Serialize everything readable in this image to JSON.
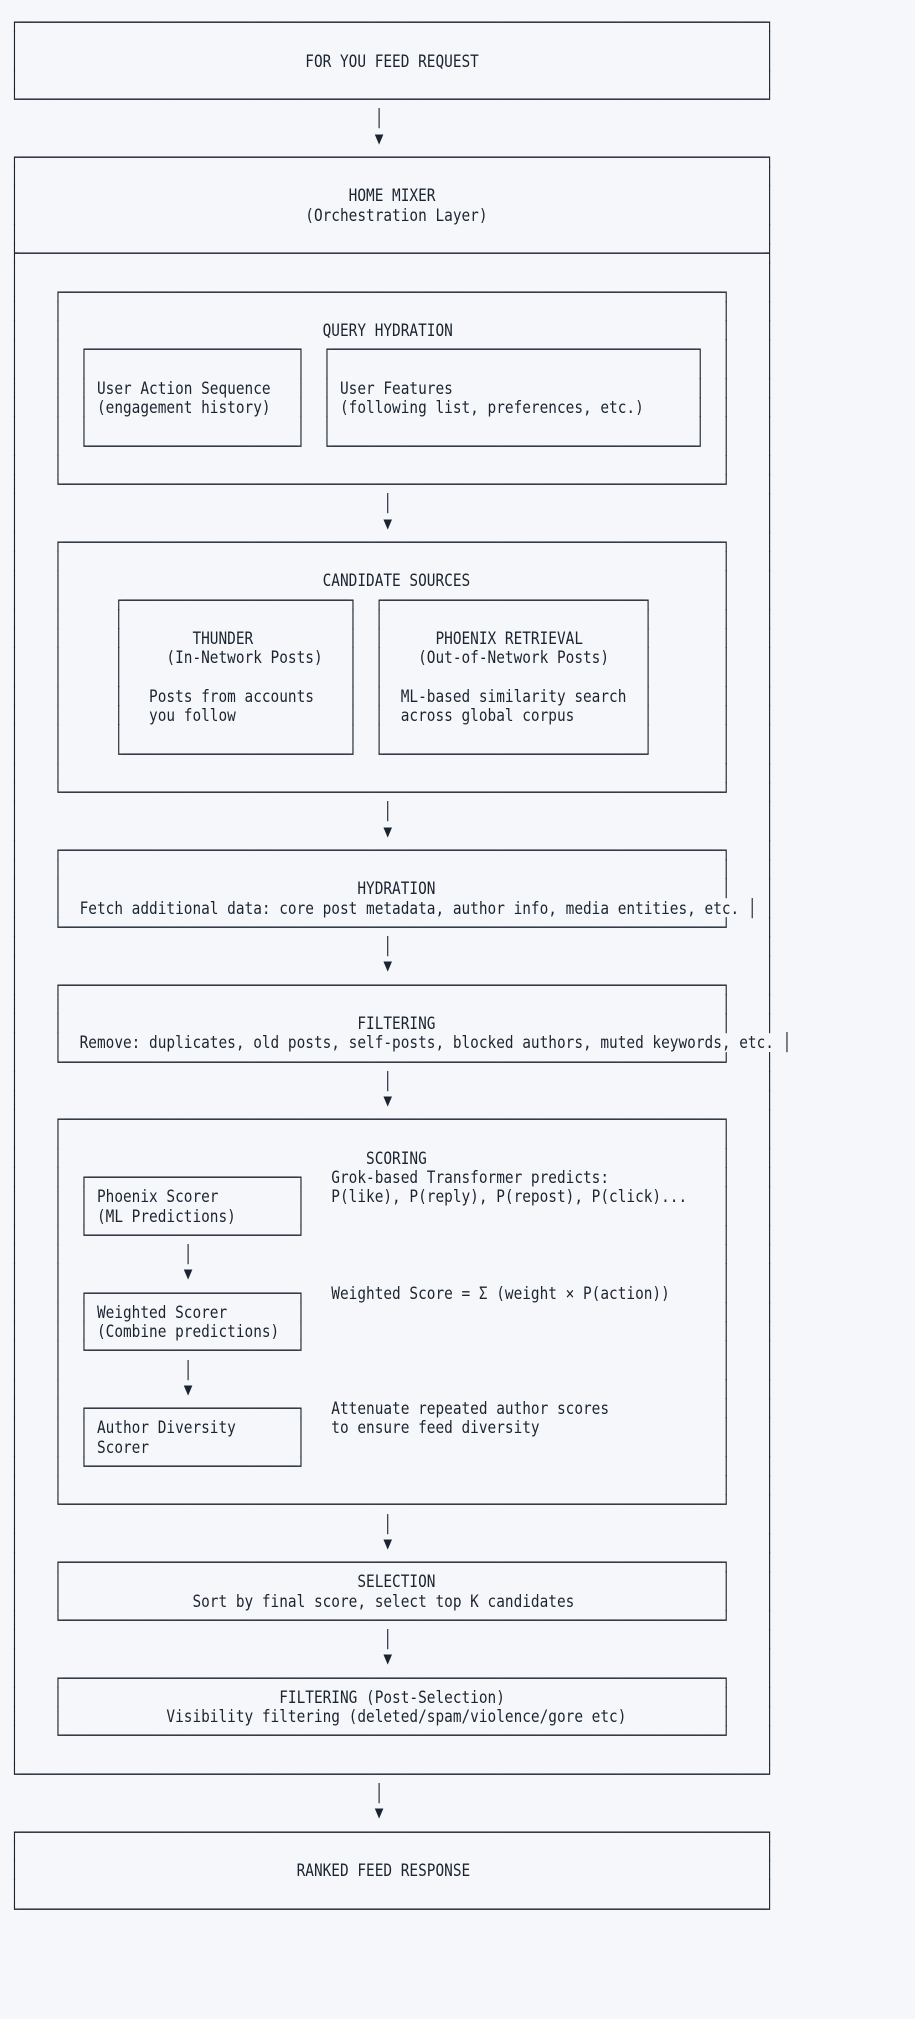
{
  "meta": {
    "kind": "ascii-flow-diagram",
    "background_color": "#f5f7fa",
    "text_color": "#1b2430",
    "columns": 88,
    "arrow_glyph": "▼",
    "vertical_connector_glyph": "│"
  },
  "nodes": {
    "request": {
      "title": "FOR YOU FEED REQUEST"
    },
    "home_mixer": {
      "title": "HOME MIXER",
      "subtitle": "(Orchestration Layer)"
    },
    "query_hydration": {
      "title": "QUERY HYDRATION",
      "children": [
        {
          "title": "User Action Sequence",
          "subtitle": "(engagement history)"
        },
        {
          "title": "User Features",
          "subtitle": "(following list, preferences, etc.)"
        }
      ]
    },
    "candidate_sources": {
      "title": "CANDIDATE SOURCES",
      "children": [
        {
          "title": "THUNDER",
          "subtitle": "(In-Network Posts)",
          "body_line_1": "Posts from accounts",
          "body_line_2": "you follow"
        },
        {
          "title": "PHOENIX RETRIEVAL",
          "subtitle": "(Out-of-Network Posts)",
          "body_line_1": "ML-based similarity search",
          "body_line_2": "across global corpus"
        }
      ]
    },
    "hydration": {
      "title": "HYDRATION",
      "detail": "Fetch additional data: core post metadata, author info, media entities, etc."
    },
    "filtering": {
      "title": "FILTERING",
      "detail": "Remove: duplicates, old posts, self-posts, blocked authors, muted keywords, etc."
    },
    "scoring": {
      "title": "SCORING",
      "steps": [
        {
          "box_line_1": "Phoenix Scorer",
          "box_line_2": "(ML Predictions)",
          "note_line_1": "Grok-based Transformer predicts:",
          "note_line_2": "P(like), P(reply), P(repost), P(click)..."
        },
        {
          "box_line_1": "Weighted Scorer",
          "box_line_2": "(Combine predictions)",
          "note_line_1": "Weighted Score = Σ (weight × P(action))",
          "note_line_2": ""
        },
        {
          "box_line_1": "Author Diversity",
          "box_line_2": "Scorer",
          "note_line_1": "Attenuate repeated author scores",
          "note_line_2": "to ensure feed diversity"
        }
      ]
    },
    "selection": {
      "title": "SELECTION",
      "detail": "Sort by final score, select top K candidates"
    },
    "filtering_post": {
      "title": "FILTERING (Post-Selection)",
      "detail": "Visibility filtering (deleted/spam/violence/gore etc)"
    },
    "response": {
      "title": "RANKED FEED RESPONSE"
    }
  },
  "ascii": "┌──────────────────────────────────────────────────────────────────────────────────────┐\n│                                                                                      │\n│                                 FOR YOU FEED REQUEST                                 │\n│                                                                                      │\n└──────────────────────────────────────────────────────────────────────────────────────┘\n                                          │\n                                          ▼\n┌──────────────────────────────────────────────────────────────────────────────────────┐\n│                                                                                      │\n│                                      HOME MIXER                                      │\n│                                 (Orchestration Layer)                                │\n│                                                                                      │\n├──────────────────────────────────────────────────────────────────────────────────────┤\n│                                                                                      │\n│    ┌────────────────────────────────────────────────────────────────────────────┐    │\n│    │                                                                            │    │\n│    │                              QUERY HYDRATION                               │    │\n│    │  ┌────────────────────────┐  ┌──────────────────────────────────────────┐  │    │\n│    │  │                        │  │                                          │  │    │\n│    │  │ User Action Sequence   │  │ User Features                            │  │    │\n│    │  │ (engagement history)   │  │ (following list, preferences, etc.)      │  │    │\n│    │  │                        │  │                                          │  │    │\n│    │  └────────────────────────┘  └──────────────────────────────────────────┘  │    │\n│    │                                                                            │    │\n│    └────────────────────────────────────────────────────────────────────────────┘    │\n│                                          │                                           │\n│                                          ▼                                           │\n│    ┌────────────────────────────────────────────────────────────────────────────┐    │\n│    │                                                                            │    │\n│    │                              CANDIDATE SOURCES                             │    │\n│    │      ┌──────────────────────────┐  ┌──────────────────────────────┐        │    │\n│    │      │                          │  │                              │        │    │\n│    │      │        THUNDER           │  │      PHOENIX RETRIEVAL       │        │    │\n│    │      │     (In-Network Posts)   │  │    (Out-of-Network Posts)    │        │    │\n│    │      │                          │  │                              │        │    │\n│    │      │   Posts from accounts    │  │  ML-based similarity search  │        │    │\n│    │      │   you follow             │  │  across global corpus        │        │    │\n│    │      │                          │  │                              │        │    │\n│    │      └──────────────────────────┘  └──────────────────────────────┘        │    │\n│    │                                                                            │    │\n│    └────────────────────────────────────────────────────────────────────────────┘    │\n│                                          │                                           │\n│                                          ▼                                           │\n│    ┌────────────────────────────────────────────────────────────────────────────┐    │\n│    │                                                                            │    │\n│    │                                  HYDRATION                                 │    │\n│    │  Fetch additional data: core post metadata, author info, media entities, etc. │ │\n│    └────────────────────────────────────────────────────────────────────────────┘    │\n│                                          │                                           │\n│                                          ▼                                           │\n│    ┌────────────────────────────────────────────────────────────────────────────┐    │\n│    │                                                                            │    │\n│    │                                  FILTERING                                 │    │\n│    │  Remove: duplicates, old posts, self-posts, blocked authors, muted keywords, etc. │\n│    └────────────────────────────────────────────────────────────────────────────┘    │\n│                                          │                                           │\n│                                          ▼                                           │\n│    ┌────────────────────────────────────────────────────────────────────────────┐    │\n│    │                                                                            │    │\n│    │                                   SCORING                                  │    │\n│    │  ┌────────────────────────┐   Grok-based Transformer predicts:             │    │\n│    │  │ Phoenix Scorer         │   P(like), P(reply), P(repost), P(click)...    │    │\n│    │  │ (ML Predictions)       │                                                │    │\n│    │  └────────────────────────┘                                                │    │\n│    │              │                                                             │    │\n│    │              ▼                                                             │    │\n│    │  ┌────────────────────────┐   Weighted Score = Σ (weight × P(action))      │    │\n│    │  │ Weighted Scorer        │                                                │    │\n│    │  │ (Combine predictions)  │                                                │    │\n│    │  └────────────────────────┘                                                │    │\n│    │              │                                                             │    │\n│    │              ▼                                                             │    │\n│    │  ┌────────────────────────┐   Attenuate repeated author scores             │    │\n│    │  │ Author Diversity       │   to ensure feed diversity                     │    │\n│    │  │ Scorer                 │                                                │    │\n│    │  └────────────────────────┘                                                │    │\n│    │                                                                            │    │\n│    └────────────────────────────────────────────────────────────────────────────┘    │\n│                                          │                                           │\n│                                          ▼                                           │\n│    ┌────────────────────────────────────────────────────────────────────────────┐    │\n│    │                                  SELECTION                                 │    │\n│    │               Sort by final score, select top K candidates                 │    │\n│    └────────────────────────────────────────────────────────────────────────────┘    │\n│                                          │                                           │\n│                                          ▼                                           │\n│    ┌────────────────────────────────────────────────────────────────────────────┐    │\n│    │                         FILTERING (Post-Selection)                         │    │\n│    │            Visibility filtering (deleted/spam/violence/gore etc)           │    │\n│    └────────────────────────────────────────────────────────────────────────────┘    │\n│                                                                                      │\n└──────────────────────────────────────────────────────────────────────────────────────┘\n                                          │\n                                          ▼\n┌──────────────────────────────────────────────────────────────────────────────────────┐\n│                                                                                      │\n│                                RANKED FEED RESPONSE                                  │\n│                                                                                      │\n└──────────────────────────────────────────────────────────────────────────────────────┘"
}
